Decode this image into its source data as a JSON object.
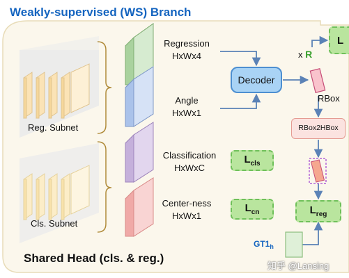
{
  "branch_title": "Weakly-supervised (WS) Branch",
  "shared_title": "Shared Head (cls. & reg.)",
  "subnets": {
    "reg": "Reg. Subnet",
    "cls": "Cls. Subnet"
  },
  "heads": {
    "regression": {
      "name": "Regression",
      "shape": "HxWx4"
    },
    "angle": {
      "name": "Angle",
      "shape": "HxWx1"
    },
    "classification": {
      "name": "Classification",
      "shape": "HxWxC"
    },
    "centerness": {
      "name": "Center-ness",
      "shape": "HxWx1"
    }
  },
  "decoder_label": "Decoder",
  "rbox_label": "RBox",
  "rbox2hbox_label": "RBox2HBox",
  "xr": {
    "x": "x",
    "r": "R"
  },
  "gt": {
    "main": "GT1",
    "sub": "h"
  },
  "losses": {
    "cls": {
      "main": "L",
      "sub": "cls"
    },
    "cn": {
      "main": "L",
      "sub": "cn"
    },
    "reg": {
      "main": "L",
      "sub": "reg"
    },
    "top_right": {
      "main": "L",
      "sub": ""
    }
  },
  "watermark": "知乎 @Lansing",
  "colors": {
    "title_blue": "#1565c0",
    "regression_block": "#c9e3c2",
    "angle_block": "#c7d7f2",
    "classification_block": "#d8c9e5",
    "centerness_block": "#f6c7c6",
    "subnet_block": "#fbe9c8",
    "loss_fill": "#b9e59e",
    "decoder_fill": "#a9d3f5",
    "arrow_blue": "#5b82b6"
  }
}
